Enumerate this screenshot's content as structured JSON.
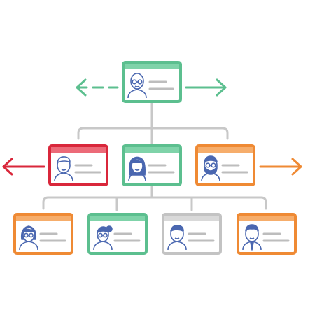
{
  "colors": {
    "connector": "#c8c8c8",
    "green": "#5cbf8f",
    "green_band": "#7fd3a9",
    "red": "#d9273b",
    "red_band": "#ec6a78",
    "orange": "#ef8a34",
    "orange_band": "#f6ad6b",
    "gray": "#c3c3c3",
    "gray_band": "#d9d9d9",
    "face_stroke": "#4a67b0",
    "face_fill": "#ffffff",
    "line": "#bdbdbd"
  },
  "cards": [
    {
      "id": "top-manager",
      "color": "green",
      "avatar": "bald-man-glasses-icon"
    },
    {
      "id": "mid-left",
      "color": "red",
      "avatar": "man-short-hair-icon"
    },
    {
      "id": "mid-center",
      "color": "green",
      "avatar": "woman-long-hair-icon"
    },
    {
      "id": "mid-right",
      "color": "orange",
      "avatar": "bearded-man-glasses-icon"
    },
    {
      "id": "bottom-1",
      "color": "orange",
      "avatar": "woman-bob-glasses-icon"
    },
    {
      "id": "bottom-2",
      "color": "green",
      "avatar": "woman-ponytail-glasses-icon"
    },
    {
      "id": "bottom-3",
      "color": "gray",
      "avatar": "man-neutral-icon"
    },
    {
      "id": "bottom-4",
      "color": "orange",
      "avatar": "man-suit-tie-icon"
    }
  ],
  "arrows": [
    {
      "id": "top-left",
      "color": "green",
      "style": "dashed"
    },
    {
      "id": "top-right",
      "color": "green",
      "style": "solid"
    },
    {
      "id": "mid-left",
      "color": "red",
      "style": "solid"
    },
    {
      "id": "mid-right",
      "color": "orange",
      "style": "solid"
    }
  ]
}
